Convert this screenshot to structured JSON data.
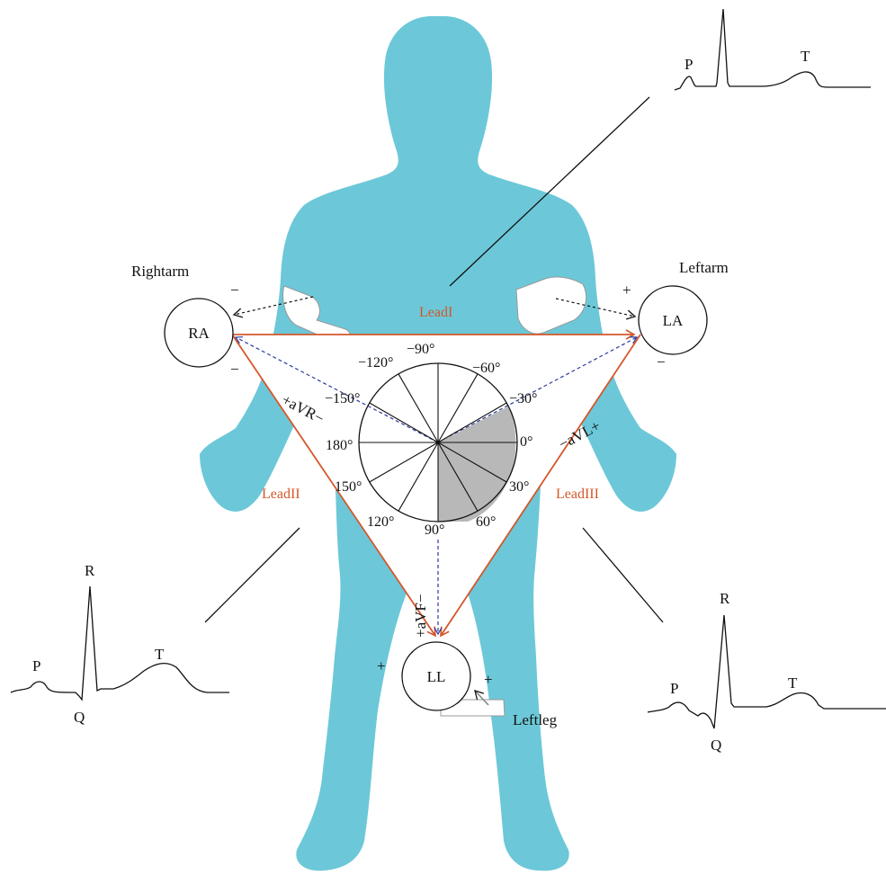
{
  "colors": {
    "body": "#6cc8d8",
    "lead": "#d4572a",
    "axis": "#2a3a9e",
    "shade": "#b8b8b8",
    "band": "#ffffff"
  },
  "labels": {
    "right_arm": "Rightarm",
    "left_arm": "Leftarm",
    "left_leg": "Leftleg",
    "ra": "RA",
    "la": "LA",
    "ll": "LL"
  },
  "leads": {
    "lead1": "LeadI",
    "lead2": "LeadII",
    "lead3": "LeadIII",
    "avr": "+aVR−",
    "avl": "−aVL+",
    "avf": "+aVF−"
  },
  "signs": {
    "ra_top": "−",
    "ra_bottom": "−",
    "la_top": "+",
    "la_bottom": "−",
    "ll_left": "+",
    "ll_right": "+",
    "avf_plus": "+"
  },
  "hexaxial": {
    "m90": "−90°",
    "m120": "−120°",
    "m60": "−60°",
    "m150": "−150°",
    "m30": "−30°",
    "d180": "180°",
    "d0": "0°",
    "d150": "150°",
    "d30": "30°",
    "d120": "120°",
    "d60": "60°",
    "d90": "90°"
  },
  "waves": {
    "top": {
      "p": "P",
      "t": "T"
    },
    "left": {
      "p": "P",
      "r": "R",
      "q": "Q",
      "t": "T"
    },
    "right": {
      "p": "P",
      "r": "R",
      "q": "Q",
      "t": "T"
    }
  }
}
